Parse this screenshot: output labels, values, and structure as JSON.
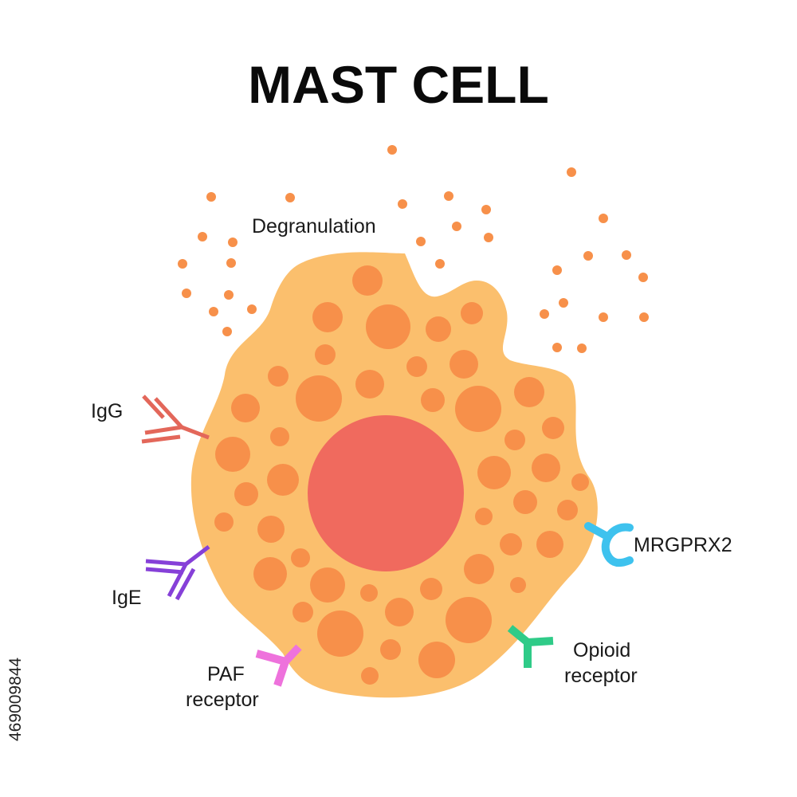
{
  "title": "MAST CELL",
  "labels": {
    "degranulation": "Degranulation",
    "igg": "IgG",
    "ige": "IgE",
    "paf_line1": "PAF",
    "paf_line2": "receptor",
    "mrgprx2": "MRGPRX2",
    "opioid_line1": "Opioid",
    "opioid_line2": "receptor"
  },
  "stock_id": "469009844",
  "colors": {
    "cytoplasm": "#fbbf6d",
    "granule": "#f7904a",
    "nucleus": "#f06a5e",
    "igg": "#e3675a",
    "ige": "#8640d8",
    "paf_receptor": "#ee72dc",
    "mrgprx2": "#3ec2ee",
    "opioid_receptor": "#2fcb88"
  }
}
